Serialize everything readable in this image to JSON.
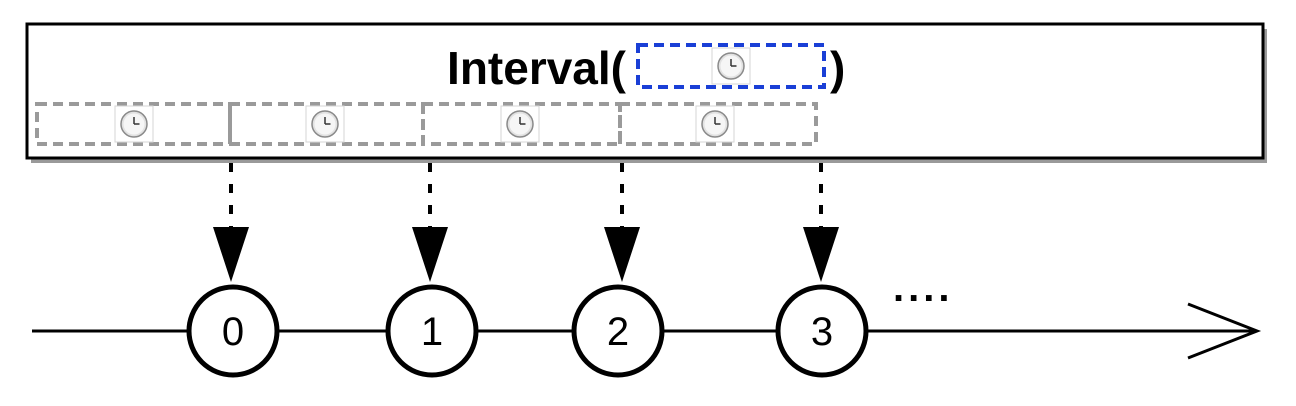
{
  "operator": {
    "name_prefix": "Interval(",
    "name_suffix": ")",
    "period_icon": "clock-icon"
  },
  "timer_slots": [
    {
      "icon": "clock-icon"
    },
    {
      "icon": "clock-icon"
    },
    {
      "icon": "clock-icon"
    },
    {
      "icon": "clock-icon"
    }
  ],
  "emissions": [
    {
      "label": "0"
    },
    {
      "label": "1"
    },
    {
      "label": "2"
    },
    {
      "label": "3"
    }
  ],
  "continuation": "....",
  "colors": {
    "stroke": "#000000",
    "period_box": "#1a3fd6",
    "slot_box": "#9a9a9a",
    "clock_face": "#e2e2e2"
  }
}
